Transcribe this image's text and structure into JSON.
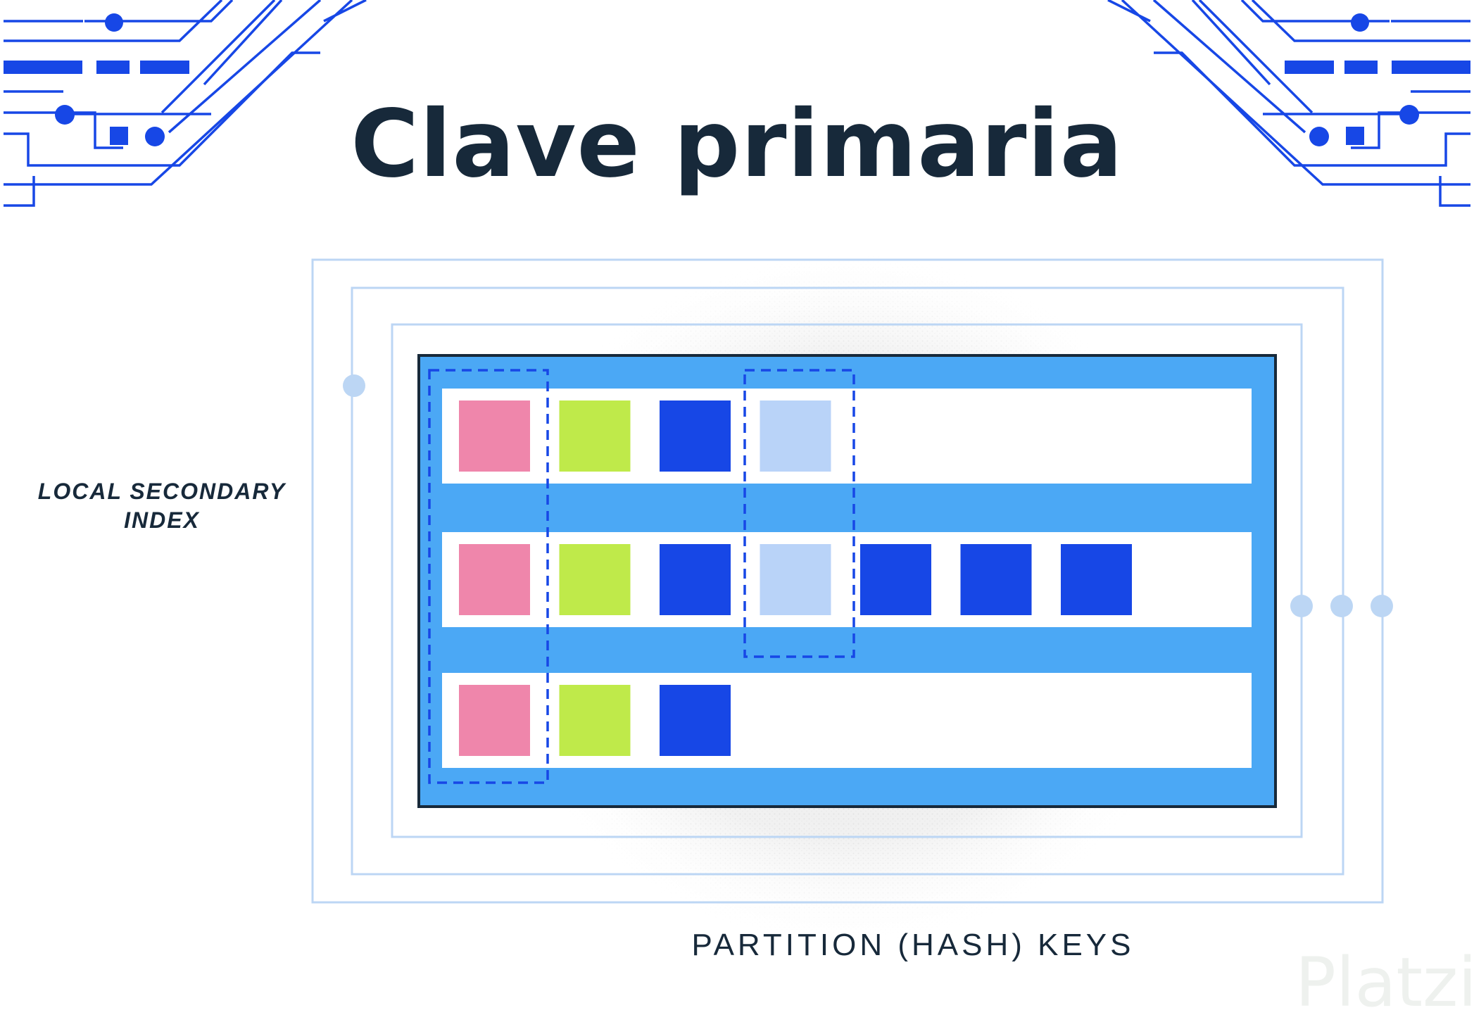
{
  "title": "Clave primaria",
  "side_label": "LOCAL SECONDARY INDEX",
  "bottom_label": "PARTITION (HASH) KEYS",
  "brand": "Platzi",
  "colors": {
    "pink": "#ef86ab",
    "green": "#bfea4a",
    "blue": "#1747e6",
    "light_blue": "#b9d3f8",
    "table_bg": "#4ba8f5",
    "frame": "#bcd6f4",
    "circuit": "#1747e6",
    "text": "#17293a"
  },
  "rows": [
    {
      "cells": [
        "pink",
        "green",
        "blue",
        "light_blue"
      ]
    },
    {
      "cells": [
        "pink",
        "green",
        "blue",
        "light_blue",
        "blue",
        "blue",
        "blue"
      ]
    },
    {
      "cells": [
        "pink",
        "green",
        "blue"
      ]
    }
  ]
}
